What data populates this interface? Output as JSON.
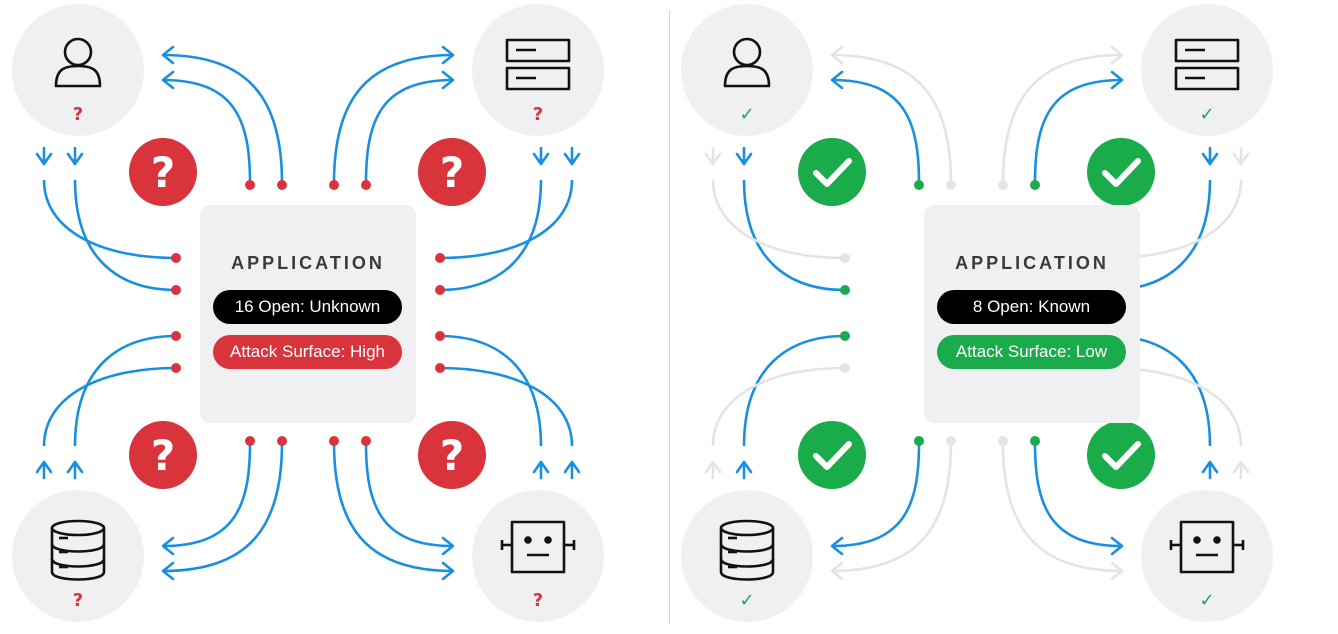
{
  "colors": {
    "arrow_blue": "#1a8fe0",
    "faded": "#e4e4e8",
    "node_bg": "#f0f0f2",
    "icon_stroke": "#111111",
    "red": "#d9343b",
    "green": "#1aab4b",
    "black": "#000000"
  },
  "panels": [
    {
      "id": "left",
      "state": "unknown",
      "app_title": "APPLICATION",
      "open_label": "16 Open: Unknown",
      "surface_label": "Attack Surface: High",
      "accent": "#d9343b",
      "node_mark": "?",
      "status_icon": "question-icon",
      "node_mark_icon": "question-mark-icon",
      "all_active": true
    },
    {
      "id": "right",
      "state": "known",
      "app_title": "APPLICATION",
      "open_label": "8 Open: Known",
      "surface_label": "Attack Surface: Low",
      "accent": "#1aab4b",
      "node_mark": "✓",
      "status_icon": "checkmark-icon",
      "node_mark_icon": "check-icon",
      "all_active": false
    }
  ],
  "nodes": [
    {
      "id": "user",
      "icon": "user-icon"
    },
    {
      "id": "server",
      "icon": "server-icon"
    },
    {
      "id": "database",
      "icon": "database-icon"
    },
    {
      "id": "robot",
      "icon": "robot-icon"
    }
  ]
}
